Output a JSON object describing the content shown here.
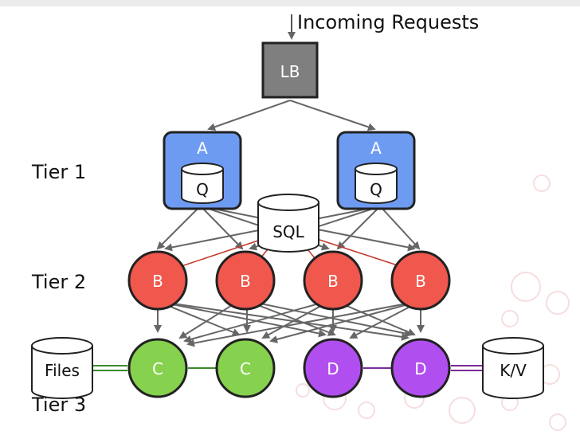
{
  "title": "Incoming Requests",
  "tiers": {
    "tier1": "Tier 1",
    "tier2": "Tier 2",
    "tier3": "Tier 3"
  },
  "nodes": {
    "lb": "LB",
    "a_left": "A",
    "a_right": "A",
    "q_left": "Q",
    "q_right": "Q",
    "sql": "SQL",
    "b1": "B",
    "b2": "B",
    "b3": "B",
    "b4": "B",
    "c1": "C",
    "c2": "C",
    "d1": "D",
    "d2": "D",
    "files": "Files",
    "kv": "K/V"
  },
  "colors": {
    "lb": "#7f7f7f",
    "tier1": "#6e9bf2",
    "tier2": "#f0574d",
    "tier3_c": "#86d14e",
    "tier3_d": "#b14ef0",
    "edge": "#666666",
    "sql_edge": "#c0392b",
    "files_edge": "#3a8a2a",
    "kv_edge": "#7a2a9a"
  }
}
